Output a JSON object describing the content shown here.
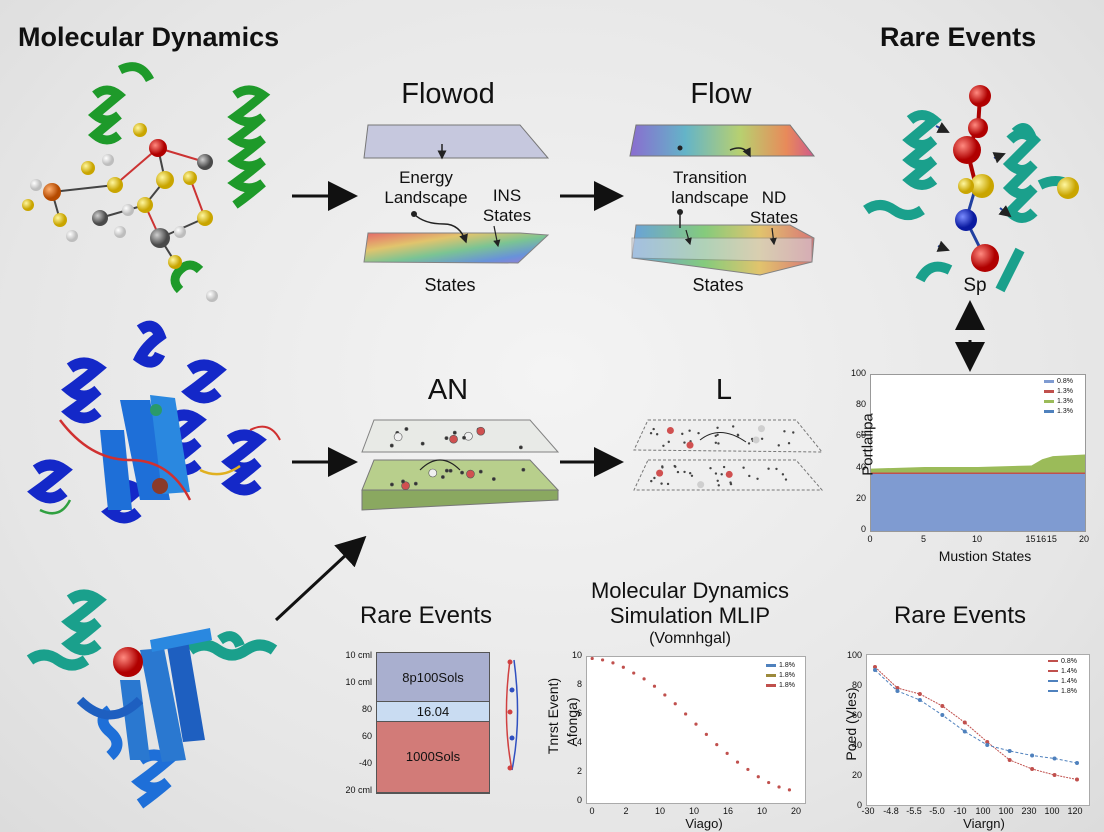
{
  "headings": {
    "left": "Molecular Dynamics",
    "right": "Rare Events"
  },
  "row1": {
    "panel1": {
      "title": "Flowod",
      "label_energy": "Energy\nLandscape",
      "label_ins": "INS\nStates",
      "label_states": "States"
    },
    "panel2": {
      "title": "Flow",
      "label_transition": "Transition\nlandscape",
      "label_nd": "ND\nStates",
      "label_states": "States"
    },
    "protein_label": "Sp"
  },
  "row2": {
    "panel1": {
      "title": "AN"
    },
    "panel2": {
      "title": "L"
    }
  },
  "stacked_chart": {
    "ylabel": "Portlalipa",
    "xlabel": "Mustion States",
    "yticks": [
      "100",
      "80",
      "60",
      "40",
      "20",
      "0"
    ],
    "xticks": [
      "0",
      "5",
      "10",
      "15",
      "16",
      "15",
      "20"
    ],
    "legend": [
      "0.8%",
      "1.3%",
      "1.3%",
      "1.3%"
    ],
    "colors": [
      "#7f9bd1",
      "#c0504d",
      "#9bbb59",
      "#4f81bd"
    ]
  },
  "bottom_bar": {
    "title": "Rare Events",
    "yticks": [
      "10 cml",
      "10 cml",
      "80",
      "60",
      "-40",
      "20 cml"
    ],
    "segments": [
      {
        "label": "8p100Sols",
        "value": 35,
        "color": "#a9afcf"
      },
      {
        "label": "16.04",
        "value": 14,
        "color": "#c9dcf2"
      },
      {
        "label": "1000Sols",
        "value": 51,
        "color": "#d27b78"
      }
    ],
    "side_label": "Tnrst Event)"
  },
  "md_chart": {
    "title": "Molecular Dynamics\nSimulation MLIP",
    "subtitle": "(Vomnhgal)",
    "ylabel": "Afonga)",
    "xlabel": "Viago)",
    "yticks": [
      "10",
      "8",
      "6",
      "4",
      "2",
      "0"
    ],
    "xticks": [
      "0",
      "2",
      "10",
      "10",
      "16",
      "10",
      "20"
    ],
    "legend": [
      "1.8%",
      "1.8%",
      "1.8%"
    ],
    "legend_colors": [
      "#4f81bd",
      "#9c8a3c",
      "#c0504d"
    ]
  },
  "rare_chart": {
    "title": "Rare Events",
    "ylabel": "Poed (Vles)",
    "xlabel": "Viargn)",
    "yticks": [
      "100",
      "80",
      "60",
      "40",
      "20",
      "0"
    ],
    "xticks": [
      "-30",
      "-4.8",
      "-5.5",
      "-5.0",
      "-10",
      "100",
      "100",
      "230",
      "100",
      "120"
    ],
    "legend": [
      "0.8%",
      "1.4%",
      "1.4%",
      "1.8%"
    ],
    "legend_colors": [
      "#c0504d",
      "#c0504d",
      "#4f81bd",
      "#4f81bd"
    ]
  },
  "chart_data": [
    {
      "type": "area",
      "x": [
        0,
        5,
        10,
        15,
        16,
        17,
        20
      ],
      "series": [
        {
          "values": [
            37,
            37,
            37,
            37,
            37,
            37,
            37
          ]
        },
        {
          "values": [
            40,
            41,
            41,
            42,
            46,
            48,
            49
          ]
        }
      ],
      "xlabel": "Mustion States",
      "ylabel": "Portlalipa",
      "ylim": [
        0,
        100
      ],
      "xlim": [
        0,
        20
      ]
    },
    {
      "type": "scatter",
      "x": [
        0.5,
        1.5,
        2.5,
        3.5,
        4.5,
        5.5,
        6.5,
        7.5,
        8.5,
        9.5,
        10.5,
        11.5,
        12.5,
        13.5,
        14.5,
        15.5,
        16.5,
        17.5,
        18.5,
        19.5
      ],
      "series": [
        {
          "values": [
            9.9,
            9.8,
            9.6,
            9.3,
            8.9,
            8.5,
            8.0,
            7.4,
            6.8,
            6.1,
            5.4,
            4.7,
            4.0,
            3.4,
            2.8,
            2.3,
            1.8,
            1.4,
            1.1,
            0.9
          ]
        }
      ],
      "xlabel": "Viago)",
      "ylabel": "Afonga)",
      "ylim": [
        0,
        10
      ],
      "xlim": [
        0,
        21
      ]
    },
    {
      "type": "line",
      "x": [
        0,
        1,
        2,
        3,
        4,
        5,
        6,
        7,
        8,
        9
      ],
      "series": [
        {
          "values": [
            92,
            78,
            74,
            66,
            55,
            42,
            30,
            24,
            20,
            17
          ]
        },
        {
          "values": [
            90,
            76,
            70,
            60,
            49,
            40,
            36,
            33,
            31,
            28
          ]
        }
      ],
      "xlabel": "Viargn)",
      "ylabel": "Poed (Vles)",
      "ylim": [
        0,
        100
      ]
    }
  ]
}
